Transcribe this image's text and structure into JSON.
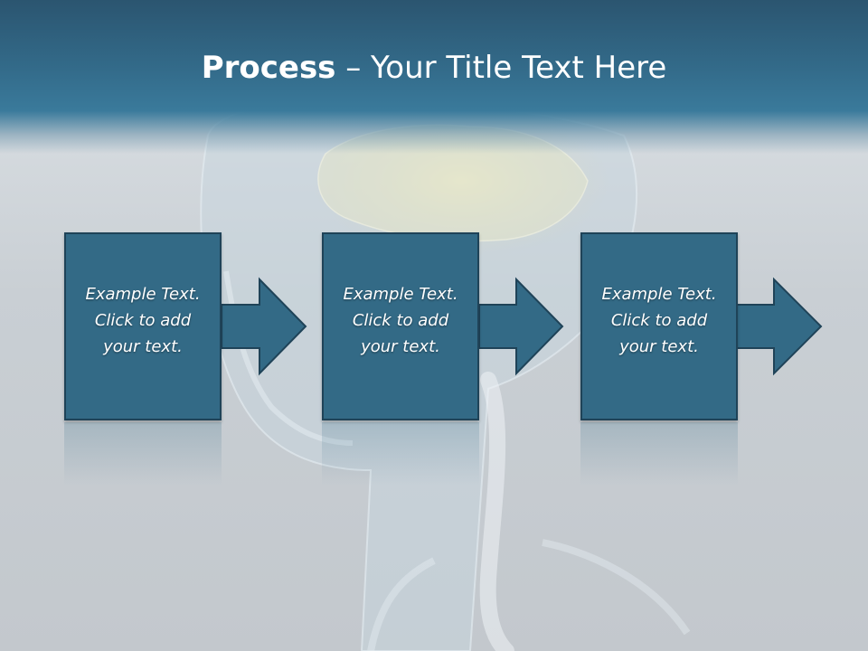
{
  "title": {
    "bold": "Process",
    "rest": " – Your Title Text Here"
  },
  "steps": [
    {
      "line1": "Example Text.",
      "line2": "Click  to add",
      "line3": "your text."
    },
    {
      "line1": "Example Text.",
      "line2": "Click  to add",
      "line3": "your text."
    },
    {
      "line1": "Example Text.",
      "line2": "Click  to add",
      "line3": "your text."
    }
  ],
  "colors": {
    "header": "#336b8a",
    "box_fill": "#336a86",
    "box_border": "#1f4358",
    "text": "#ffffff"
  }
}
